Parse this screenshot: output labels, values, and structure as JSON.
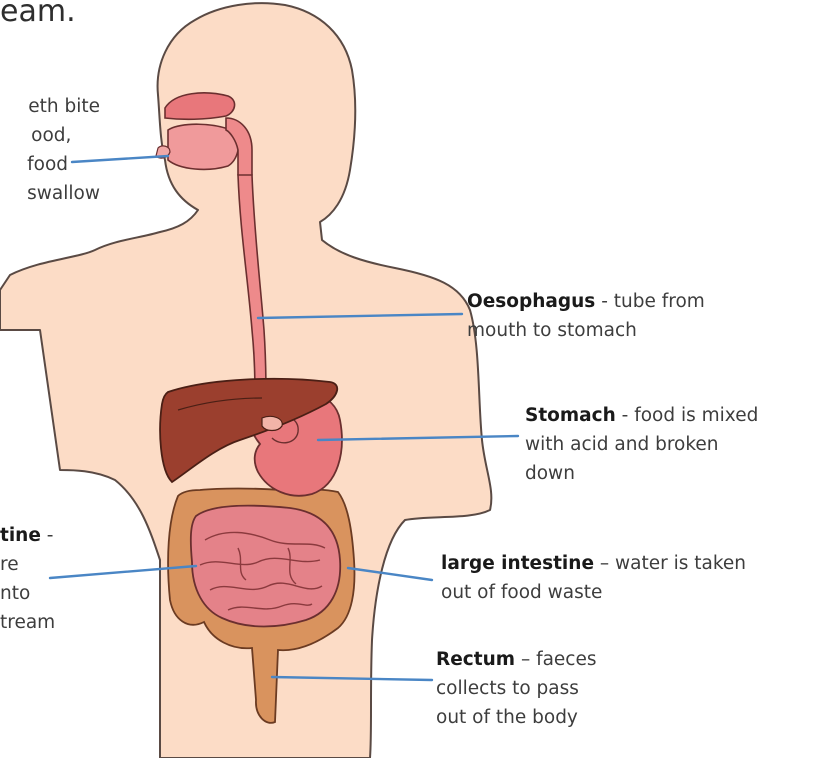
{
  "heading": "eam.",
  "labels": {
    "mouth": {
      "lines": [
        "eth bite",
        "ood,",
        "food",
        "swallow"
      ]
    },
    "oesophagus": {
      "name": "Oesophagus",
      "line1_rest": " - tube from",
      "line2": "mouth to stomach"
    },
    "stomach": {
      "name": "Stomach",
      "line1_rest": " - food is mixed",
      "line2": "with acid and broken",
      "line3": "down"
    },
    "small_intestine": {
      "name": "tine",
      "line1_rest": " -",
      "line2": "re",
      "line3": "nto",
      "line4": "tream"
    },
    "large_intestine": {
      "name": "large intestine",
      "line1_rest": " – water is taken",
      "line2": "out of food waste"
    },
    "rectum": {
      "name": "Rectum",
      "line1_rest": " – faeces",
      "line2": "collects to pass",
      "line3": "out of the body"
    }
  },
  "colors": {
    "skin": "#fcdcc6",
    "skin_outline": "#5a4a44",
    "leader_line": "#4a86c5",
    "liver": "#9b3f2e",
    "stomach": "#e8777b",
    "small_intestine": "#e48289",
    "large_intestine": "#d9935e",
    "oesophagus": "#ee8a8b"
  }
}
